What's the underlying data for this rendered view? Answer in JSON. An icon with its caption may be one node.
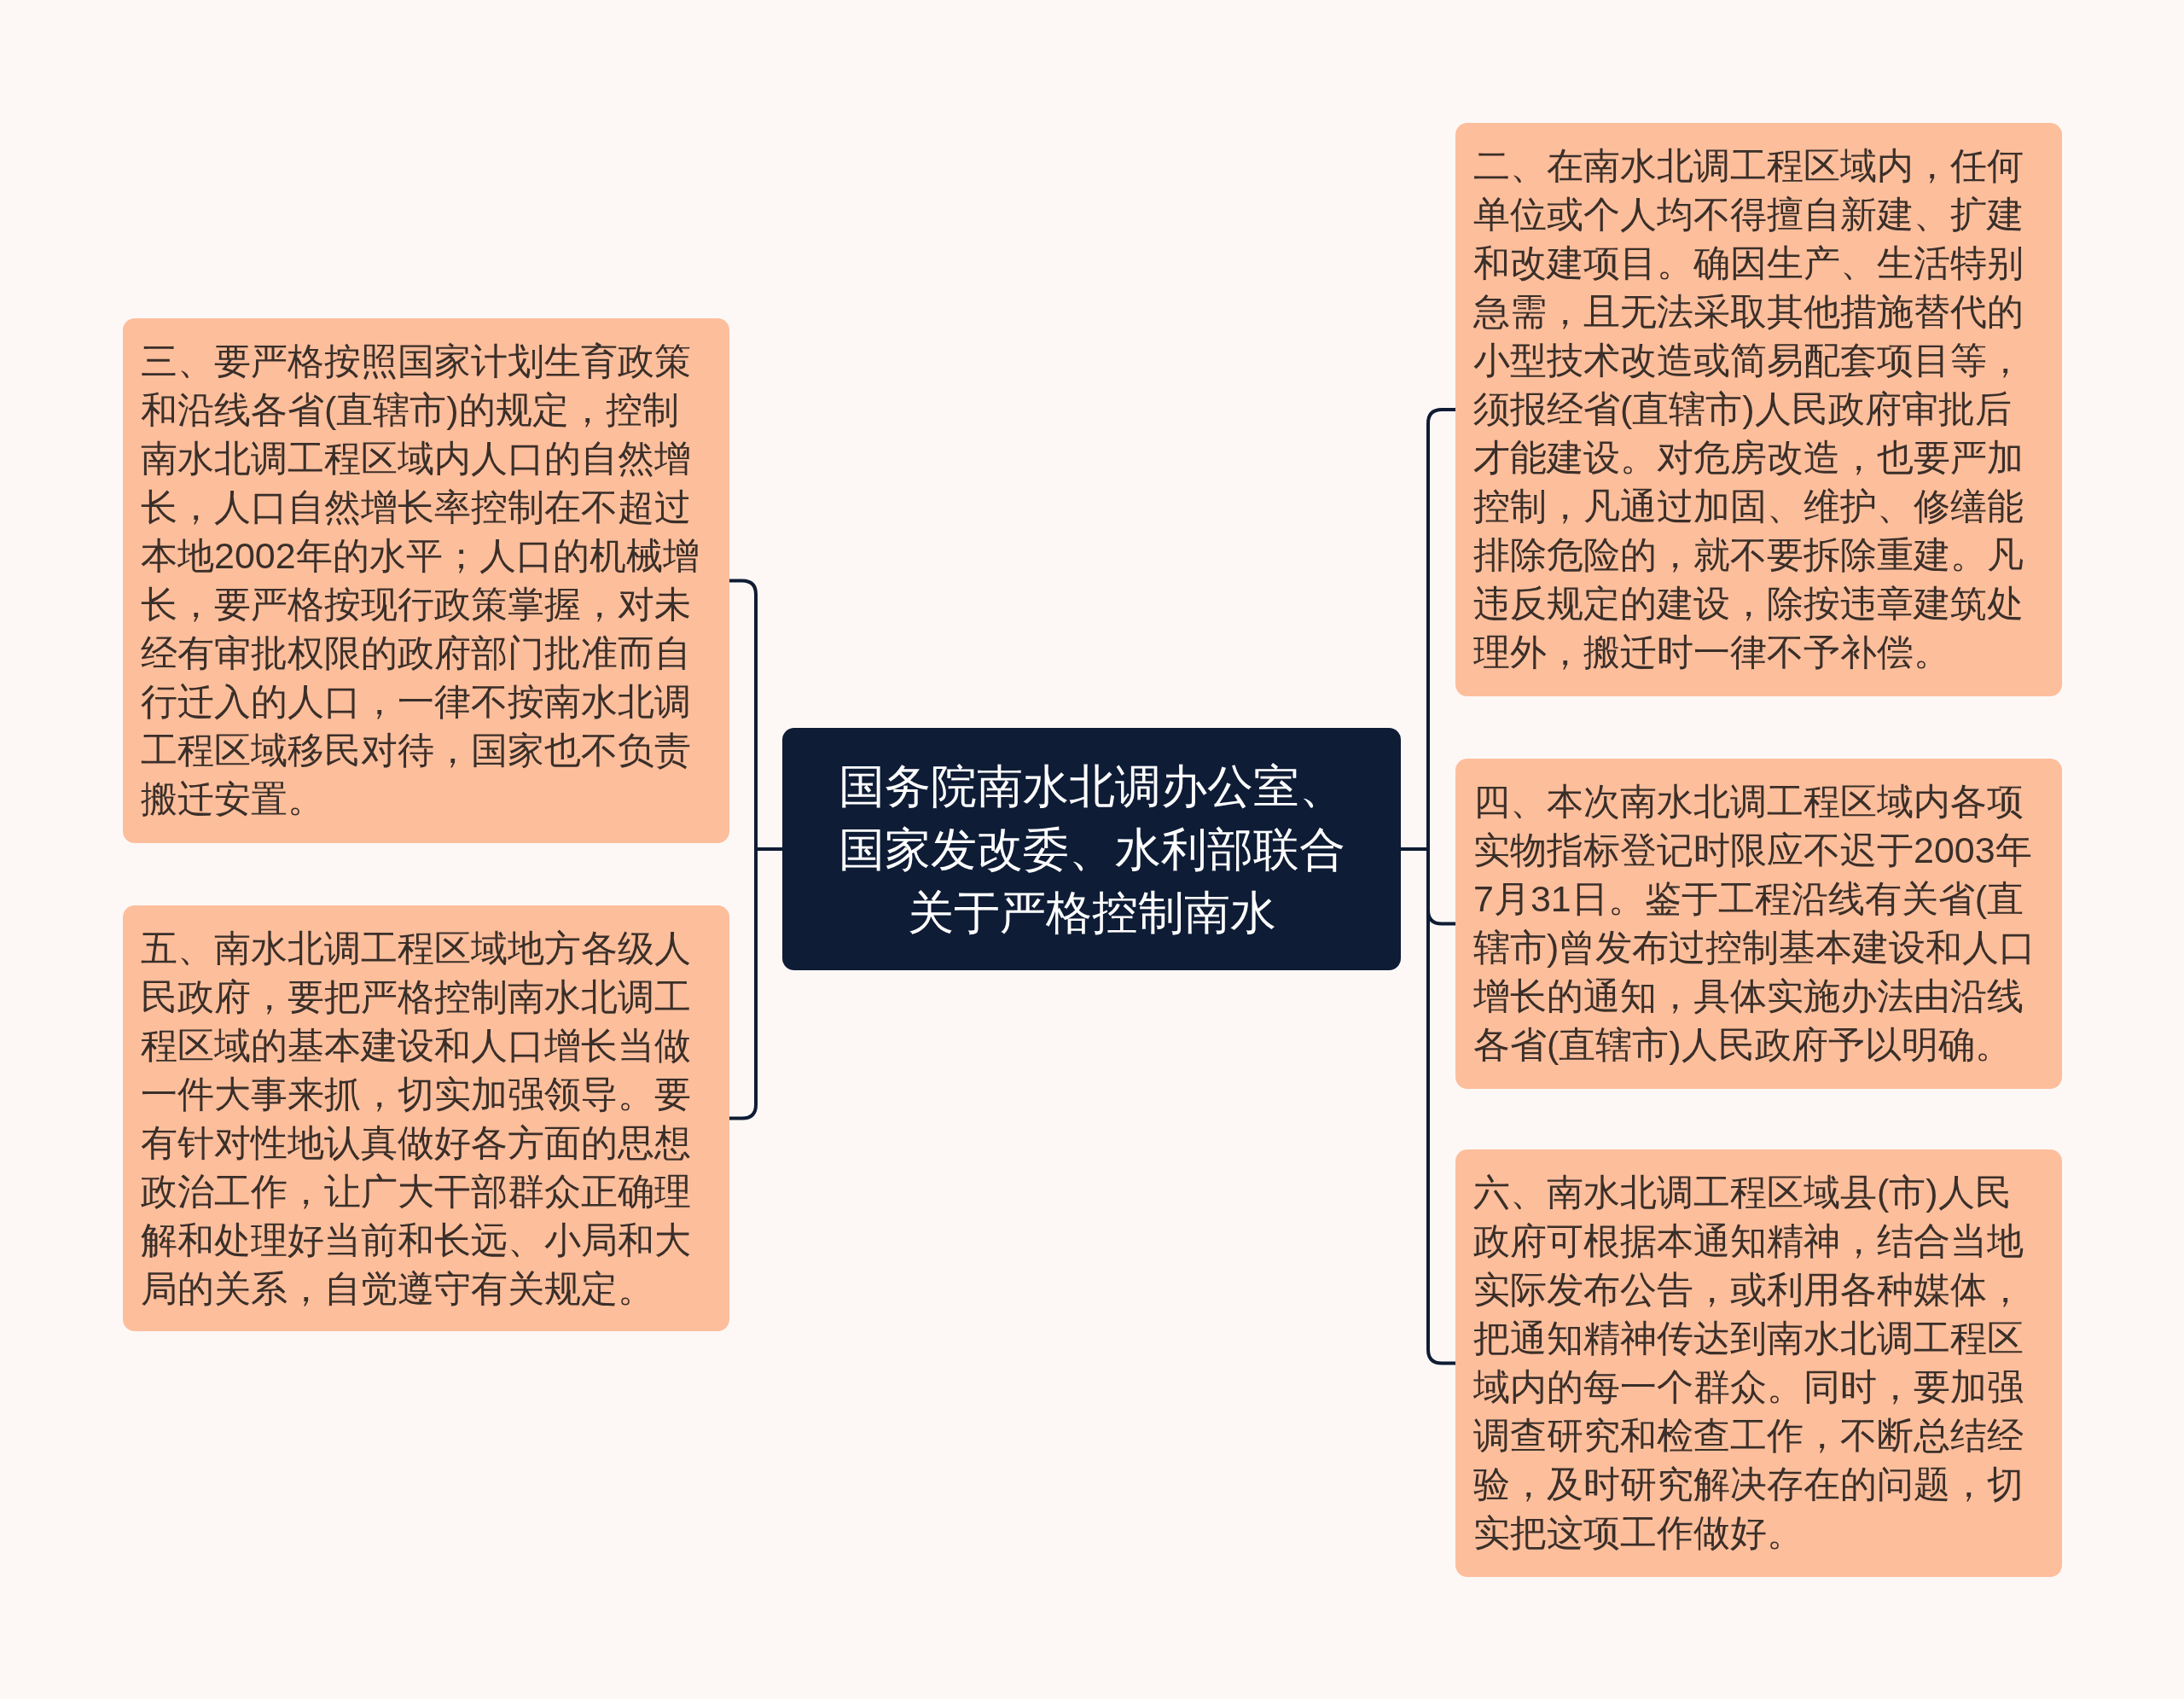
{
  "diagram": {
    "nodes": [
      {
        "text": [
          "国务院南水北调办公室、国家发改委、水利部联合关于严格控制南水"
        ]
      },
      {
        "text": [
          "三、要严格按照国家计划生育政策和沿线各省(直辖市)的规定，控制南水北调工程区域内人口的自然增长，人口自然增长率控制在不超过本地2002年的水平；人口的机械增长，要严格按现行政策掌握，对未经有审批权限的政府部门批准而自行迁入的人口，一律不按南水北调工程区域移民对待，国家也不负责搬迁安置。"
        ]
      },
      {
        "text": [
          "五、南水北调工程区域地方各级人民政府，要把严格控制南水北调工程区域的基本建设和人口增长当做一件大事来抓，切实加强领导。要有针对性地认真做好各方面的思想政治工作，让广大干部群众正确理解和处理好当前和长远、小局和大局的关系，自觉遵守有关规定。"
        ]
      },
      {
        "text": [
          "二、在南水北调工程区域内，任何单位或个人均不得擅自新建、扩建和改建项目。确因生产、生活特别急需，且无法采取其他措施替代的小型技术改造或简易配套项目等，须报经省(直辖市)人民政府审批后才能建设。对危房改造，也要严加控制，凡通过加固、维护、修缮能排除危险的，就不要拆除重建。凡违反规定的建设，除按违章建筑处理外，搬迁时一律不予补偿。"
        ]
      },
      {
        "text": [
          "四、本次南水北调工程区域内各项实物指标登记时限应不迟于2003年7月31日。鉴于工程沿线有关省(直辖市)曾发布过控制基本建设和人口增长的通知，具体实施办法由沿线各省(直辖市)人民政府予以明确。"
        ]
      },
      {
        "text": [
          "六、南水北调工程区域县(市)人民政府可根据本通知精神，结合当地实际发布公告，或利用各种媒体，把通知精神传达到南水北调工程区域内的每一个群众。同时，要加强调查研究和检查工作，不断总结经验，及时研究解决存在的问题，切实把这项工作做好。"
        ]
      }
    ],
    "edges": [
      {
        "from": 0,
        "to": 1,
        "arrow": "none"
      },
      {
        "from": 0,
        "to": 2,
        "arrow": "none"
      },
      {
        "from": 0,
        "to": 3,
        "arrow": "none"
      },
      {
        "from": 0,
        "to": 4,
        "arrow": "none"
      },
      {
        "from": 0,
        "to": 5,
        "arrow": "none"
      }
    ]
  }
}
